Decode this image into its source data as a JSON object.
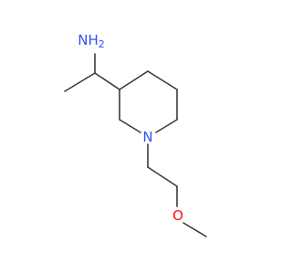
{
  "molecule": {
    "atoms": {
      "amine_label": "NH",
      "amine_subscript": "2",
      "ring_nitrogen_label": "N",
      "ether_oxygen_label": "O"
    },
    "colors": {
      "bond": "#3b3b3b",
      "nitrogen": "#3050f8",
      "oxygen": "#ff0d0d",
      "background": "#ffffff"
    }
  }
}
